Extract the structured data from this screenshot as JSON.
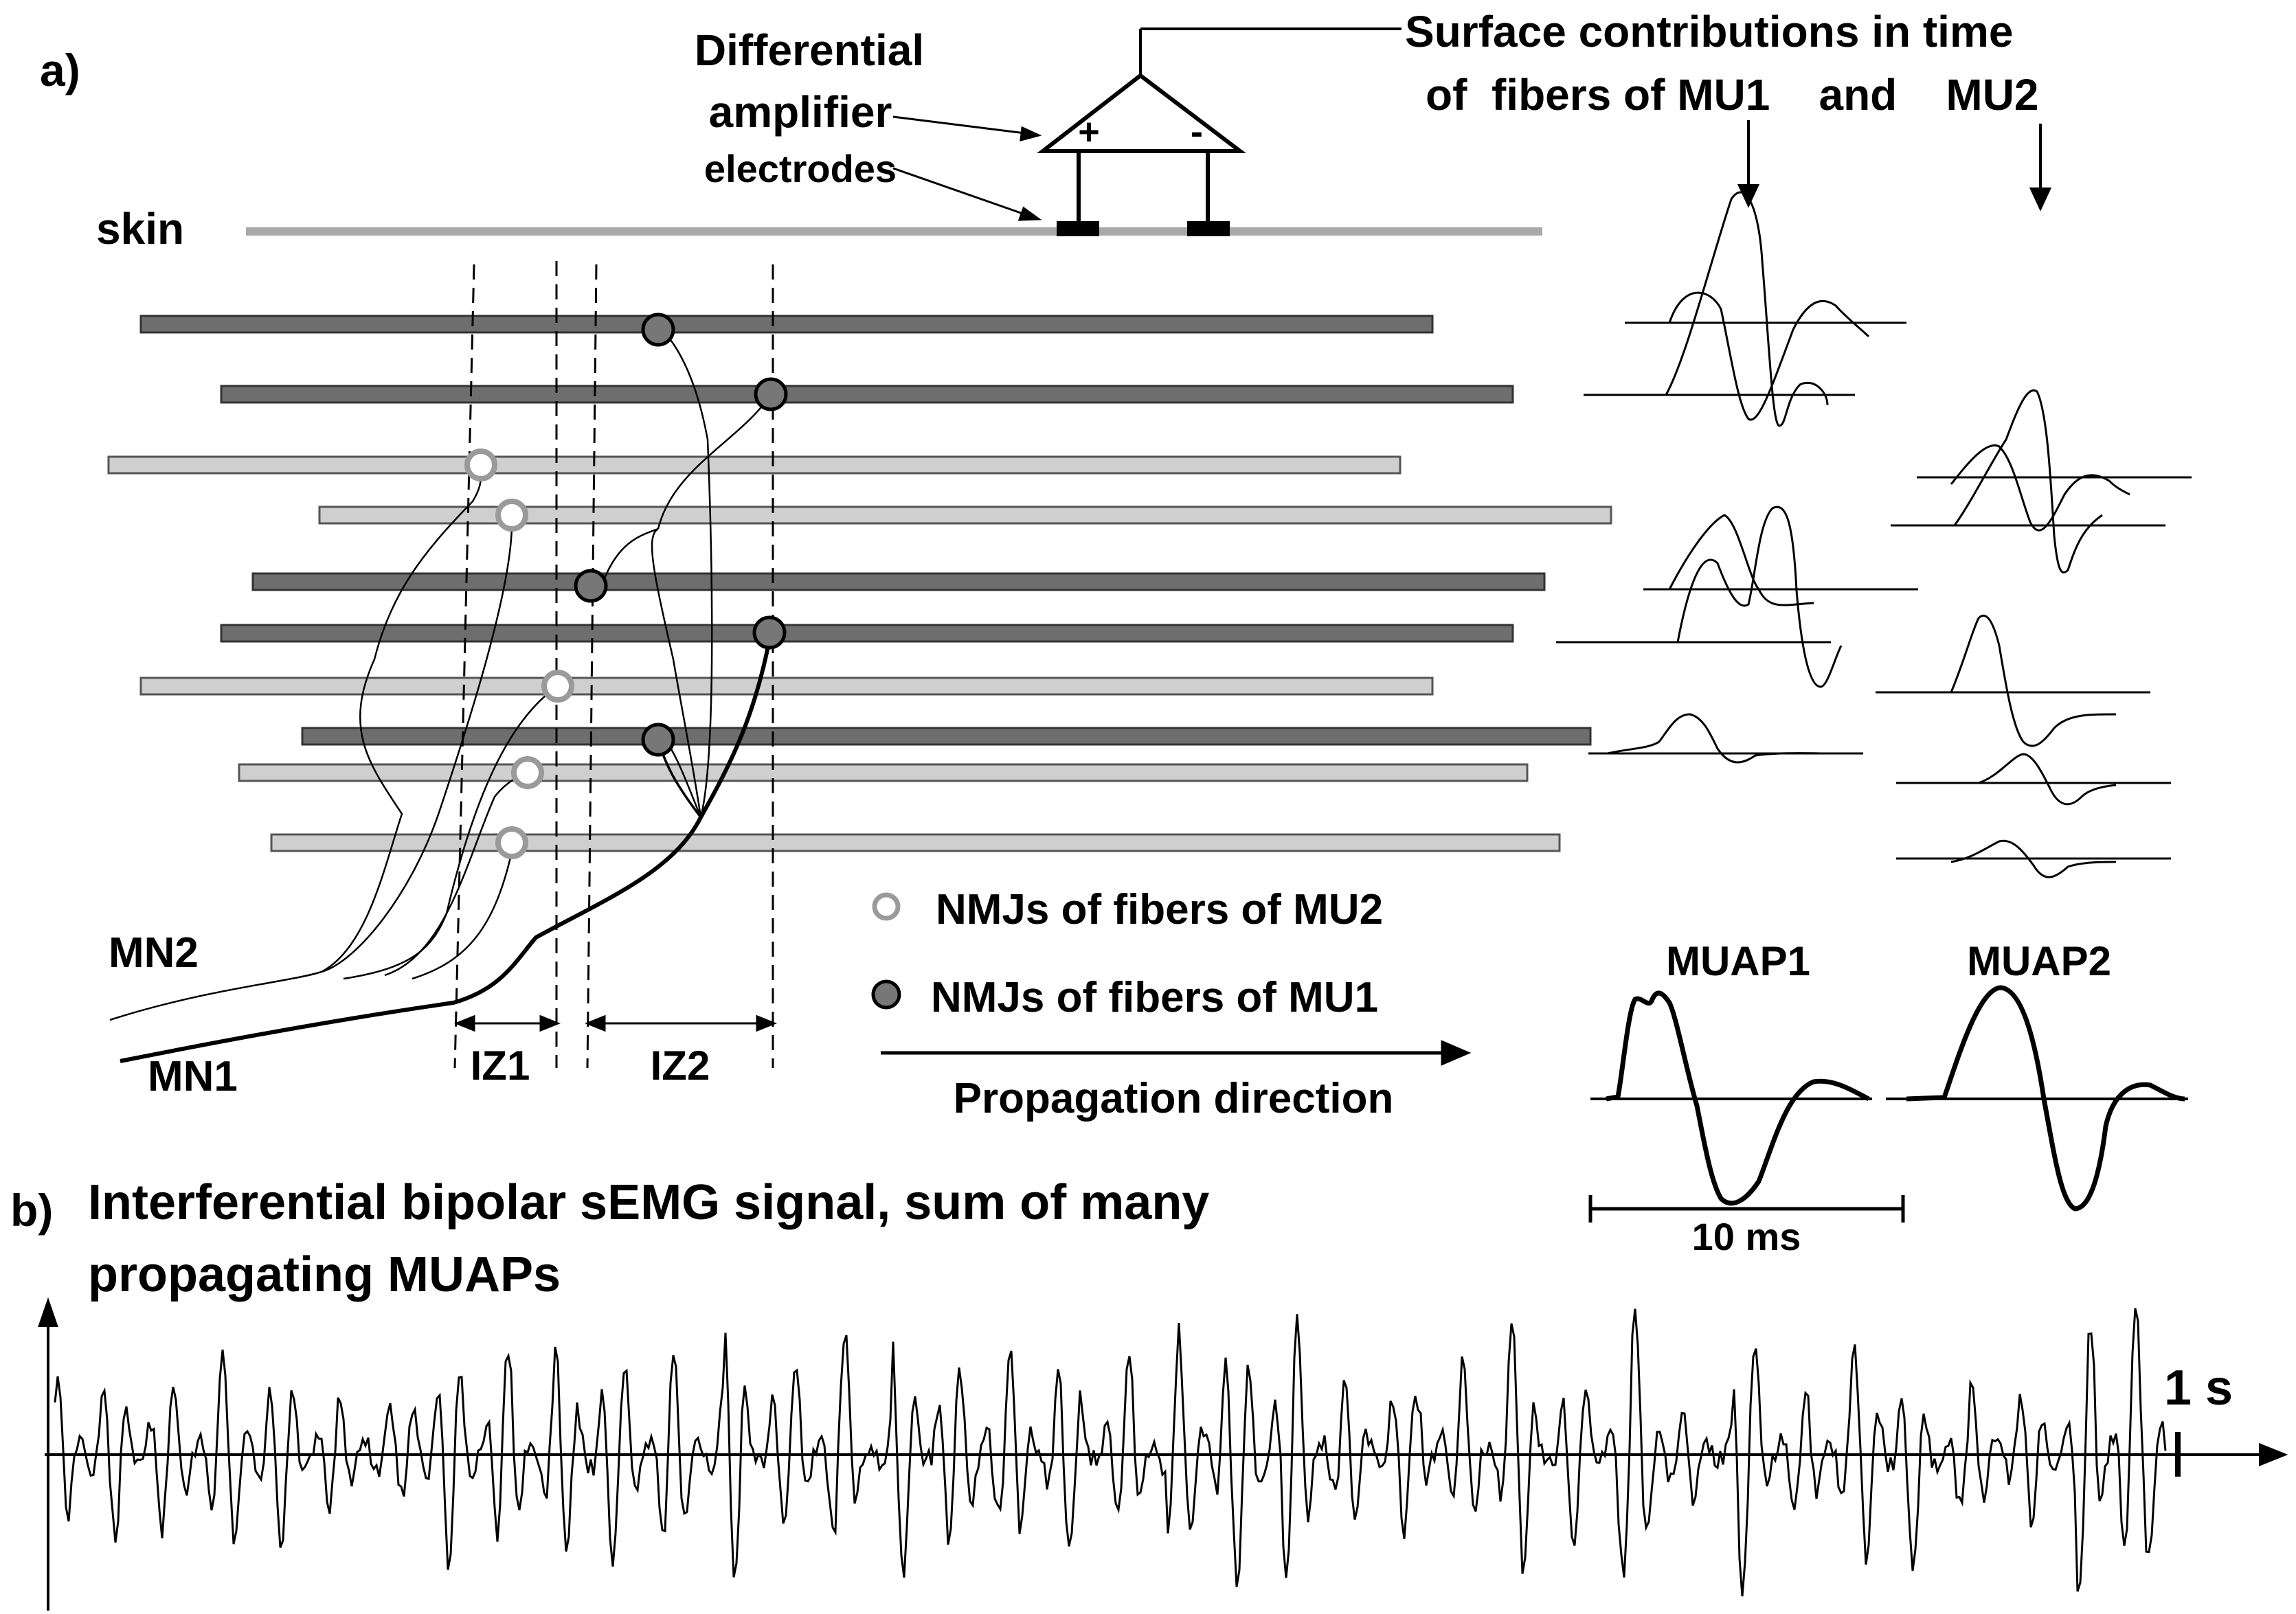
{
  "panel_a": {
    "panel_label": "a)",
    "skin_label": "skin",
    "amplifier_label_line1": "Differential",
    "amplifier_label_line2": "amplifier",
    "electrodes_label": "electrodes",
    "plus_sign": "+",
    "minus_sign": "-",
    "surface_title_line1": "Surface contributions in time",
    "surface_title_line2": "of  fibers of MU1    and    MU2",
    "mn2_label": "MN2",
    "mn1_label": "MN1",
    "iz1_label": "IZ1",
    "iz2_label": "IZ2",
    "legend_mu2": "NMJs of fibers of MU2",
    "legend_mu1": "NMJs of fibers of MU1",
    "propagation_label": "Propagation direction",
    "muap1_label": "MUAP1",
    "muap2_label": "MUAP2",
    "scale_label": "10 ms"
  },
  "panel_b": {
    "panel_label": "b)",
    "title_line1": "Interferential bipolar sEMG signal, sum of many",
    "title_line2": "propagating MUAPs",
    "time_scale_label": "1 s"
  },
  "colors": {
    "mu1_fiber": "#6e6e6e",
    "mu2_fiber": "#cfcfcf",
    "mu1_nmj": "#777777",
    "mu2_nmj_ring": "#9a9a9a",
    "skin": "#a8a8a8"
  }
}
